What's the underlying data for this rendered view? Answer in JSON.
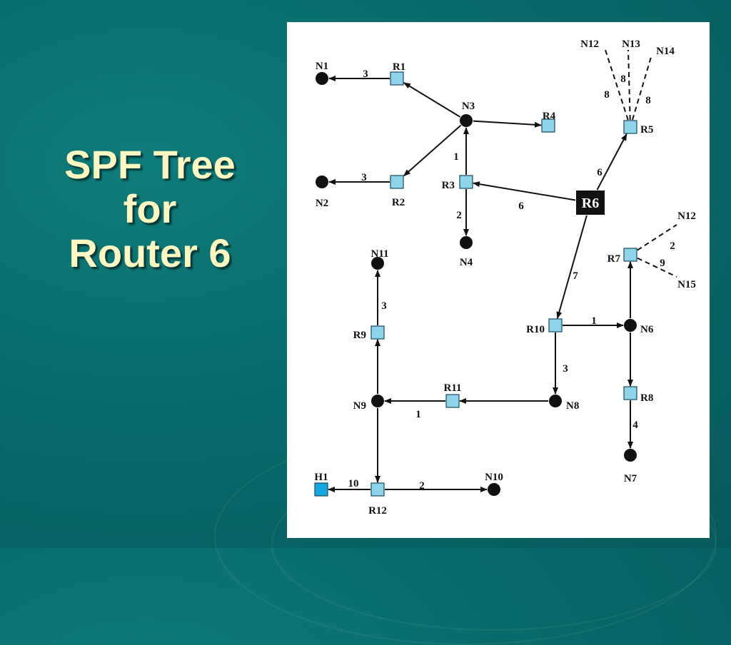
{
  "slide": {
    "title_lines": [
      "SPF Tree",
      "for",
      "Router 6"
    ]
  },
  "colors": {
    "background": "#0a6a6a",
    "title": "#fdf7c3",
    "router_fill": "#8fd3ea",
    "host_fill": "#17a7e0",
    "root_fill": "#111111",
    "network_fill": "#111111"
  },
  "diagram": {
    "root": "R6",
    "nodes": [
      {
        "id": "R6",
        "kind": "root"
      },
      {
        "id": "R1",
        "kind": "router"
      },
      {
        "id": "R2",
        "kind": "router"
      },
      {
        "id": "R3",
        "kind": "router"
      },
      {
        "id": "R4",
        "kind": "router"
      },
      {
        "id": "R5",
        "kind": "router"
      },
      {
        "id": "R7",
        "kind": "router"
      },
      {
        "id": "R8",
        "kind": "router"
      },
      {
        "id": "R9",
        "kind": "router"
      },
      {
        "id": "R10",
        "kind": "router"
      },
      {
        "id": "R11",
        "kind": "router"
      },
      {
        "id": "R12",
        "kind": "router"
      },
      {
        "id": "H1",
        "kind": "host"
      },
      {
        "id": "N1",
        "kind": "network"
      },
      {
        "id": "N2",
        "kind": "network"
      },
      {
        "id": "N3",
        "kind": "network"
      },
      {
        "id": "N4",
        "kind": "network"
      },
      {
        "id": "N6",
        "kind": "network"
      },
      {
        "id": "N7",
        "kind": "network"
      },
      {
        "id": "N8",
        "kind": "network"
      },
      {
        "id": "N9",
        "kind": "network"
      },
      {
        "id": "N10",
        "kind": "network"
      },
      {
        "id": "N11",
        "kind": "network"
      },
      {
        "id": "N12",
        "kind": "external"
      },
      {
        "id": "N13",
        "kind": "external"
      },
      {
        "id": "N14",
        "kind": "external"
      },
      {
        "id": "N15",
        "kind": "external"
      }
    ],
    "edges": [
      {
        "from": "R6",
        "to": "R3",
        "cost": "6",
        "style": "solid"
      },
      {
        "from": "R6",
        "to": "R5",
        "cost": "6",
        "style": "solid"
      },
      {
        "from": "R6",
        "to": "R10",
        "cost": "7",
        "style": "solid"
      },
      {
        "from": "R3",
        "to": "N3",
        "cost": "1",
        "style": "solid"
      },
      {
        "from": "R3",
        "to": "N4",
        "cost": "2",
        "style": "solid"
      },
      {
        "from": "N3",
        "to": "R1",
        "cost": "",
        "style": "solid"
      },
      {
        "from": "N3",
        "to": "R2",
        "cost": "",
        "style": "solid"
      },
      {
        "from": "N3",
        "to": "R4",
        "cost": "",
        "style": "solid"
      },
      {
        "from": "R1",
        "to": "N1",
        "cost": "3",
        "style": "solid"
      },
      {
        "from": "R2",
        "to": "N2",
        "cost": "3",
        "style": "solid"
      },
      {
        "from": "R5",
        "to": "N12",
        "cost": "8",
        "style": "dashed"
      },
      {
        "from": "R5",
        "to": "N13",
        "cost": "8",
        "style": "dashed"
      },
      {
        "from": "R5",
        "to": "N14",
        "cost": "8",
        "style": "dashed"
      },
      {
        "from": "R10",
        "to": "N6",
        "cost": "1",
        "style": "solid"
      },
      {
        "from": "R10",
        "to": "N8",
        "cost": "3",
        "style": "solid"
      },
      {
        "from": "N6",
        "to": "R7",
        "cost": "",
        "style": "solid"
      },
      {
        "from": "N6",
        "to": "R8",
        "cost": "",
        "style": "solid"
      },
      {
        "from": "R7",
        "to": "N12",
        "cost": "2",
        "style": "dashed"
      },
      {
        "from": "R7",
        "to": "N15",
        "cost": "9",
        "style": "dashed"
      },
      {
        "from": "R8",
        "to": "N7",
        "cost": "4",
        "style": "solid"
      },
      {
        "from": "N8",
        "to": "R11",
        "cost": "",
        "style": "solid"
      },
      {
        "from": "R11",
        "to": "N9",
        "cost": "1",
        "style": "solid"
      },
      {
        "from": "N9",
        "to": "R9",
        "cost": "",
        "style": "solid"
      },
      {
        "from": "R9",
        "to": "N11",
        "cost": "3",
        "style": "solid"
      },
      {
        "from": "N9",
        "to": "R12",
        "cost": "",
        "style": "solid"
      },
      {
        "from": "R12",
        "to": "H1",
        "cost": "10",
        "style": "solid"
      },
      {
        "from": "R12",
        "to": "N10",
        "cost": "2",
        "style": "solid"
      }
    ]
  }
}
